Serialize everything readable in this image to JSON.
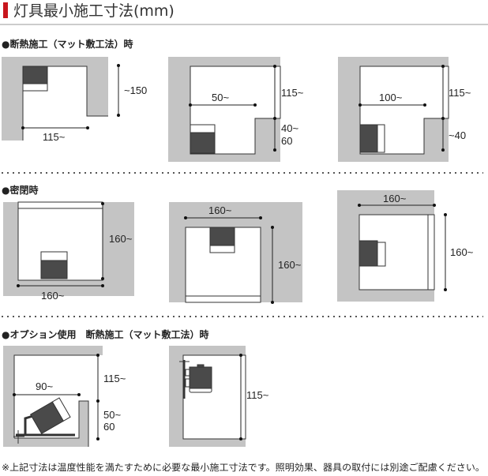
{
  "header": {
    "title": "灯具最小施工寸法(mm)",
    "accent_color": "#c8161d"
  },
  "sections": [
    {
      "heading": "●断熱施工（マット敷工法）時",
      "diagrams": [
        {
          "labels": [
            "~150",
            "115~"
          ]
        },
        {
          "labels": [
            "50~",
            "115~",
            "40~",
            "60"
          ]
        },
        {
          "labels": [
            "100~",
            "115~",
            "~40"
          ]
        }
      ]
    },
    {
      "heading": "●密閉時",
      "diagrams": [
        {
          "labels": [
            "160~",
            "160~"
          ]
        },
        {
          "labels": [
            "160~",
            "160~"
          ]
        },
        {
          "labels": [
            "160~",
            "160~"
          ]
        }
      ]
    },
    {
      "heading": "●オプション使用　断熱施工（マット敷工法）時",
      "diagrams": [
        {
          "labels": [
            "90~",
            "115~",
            "50~",
            "60"
          ]
        },
        {
          "labels": [
            "115~"
          ]
        }
      ]
    }
  ],
  "footnote": "※上記寸法は温度性能を満たすために必要な最小施工寸法です。照明効果、器具の取付には別途ご配慮ください。"
}
